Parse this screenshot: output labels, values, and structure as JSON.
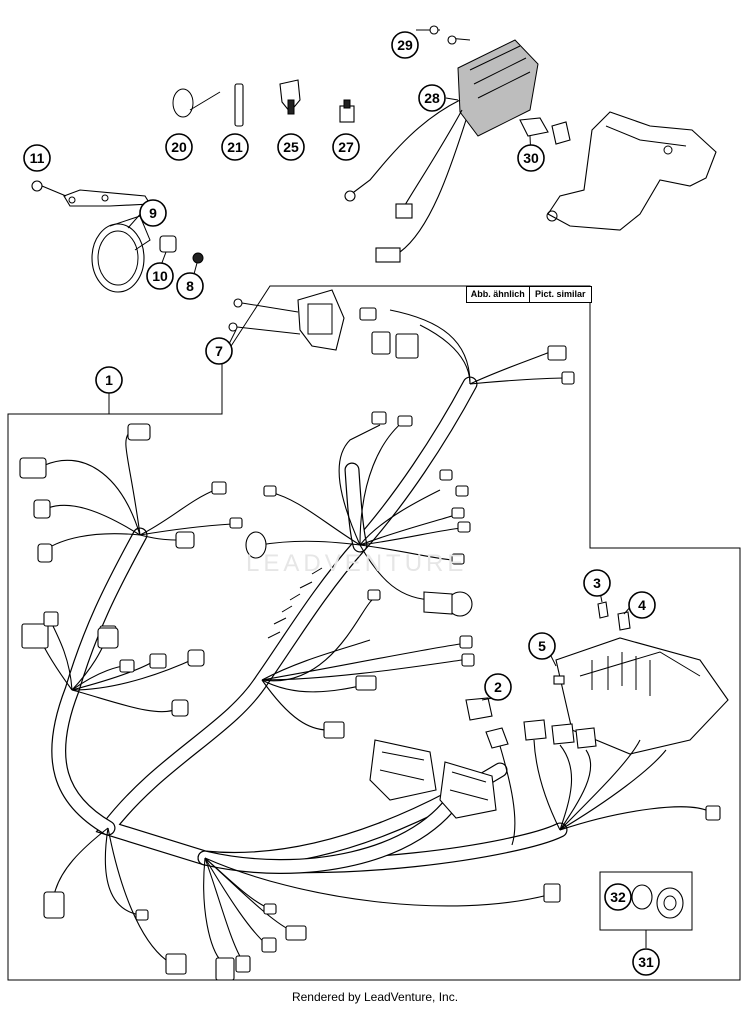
{
  "diagram": {
    "watermark": "LEADVENTURE",
    "note_de": "Abb. ähnlich",
    "note_en": "Pict. similar",
    "footer": "Rendered by LeadVenture, Inc."
  },
  "callouts": [
    "29",
    "28",
    "20",
    "21",
    "25",
    "27",
    "30",
    "11",
    "9",
    "10",
    "8",
    "7",
    "1",
    "3",
    "4",
    "5",
    "2",
    "32",
    "31"
  ]
}
